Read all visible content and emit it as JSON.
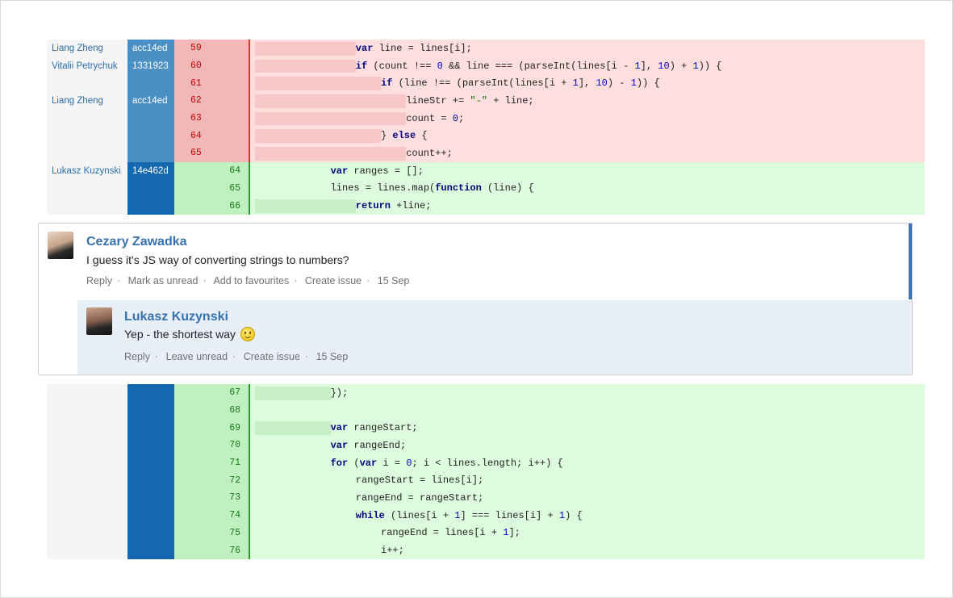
{
  "diff_top": [
    {
      "type": "del",
      "author": "Liang Zheng",
      "rev": "acc14ed",
      "old": "59",
      "new": "",
      "indent": 16,
      "bar": true,
      "code": "var line = lines[i];",
      "html": "<span class='kw'>var</span> line = lines[i];"
    },
    {
      "type": "del",
      "author": "Vitalii Petrychuk",
      "rev": "1331923",
      "old": "60",
      "new": "",
      "indent": 16,
      "bar": true,
      "code": "if (count !== 0 && line === (parseInt(lines[i - 1], 10) + 1)) {",
      "html": "<span class='kw'>if</span> (count !== <span class='num'>0</span> &amp;&amp; line === (parseInt(lines[i - <span class='num'>1</span>], <span class='num'>10</span>) + <span class='num'>1</span>)) {"
    },
    {
      "type": "del",
      "author": "",
      "rev": "",
      "old": "61",
      "new": "",
      "indent": 20,
      "bar": true,
      "code": "if (line !== (parseInt(lines[i + 1], 10) - 1)) {",
      "html": "<span class='kw'>if</span> (line !== (parseInt(lines[i + <span class='num'>1</span>], <span class='num'>10</span>) - <span class='num'>1</span>)) {"
    },
    {
      "type": "del",
      "author": "Liang Zheng",
      "rev": "acc14ed",
      "old": "62",
      "new": "",
      "indent": 24,
      "bar": true,
      "code": "lineStr += \"-\" + line;",
      "html": "lineStr += <span class='str'>\"-\"</span> + line;"
    },
    {
      "type": "del",
      "author": "",
      "rev": "",
      "old": "63",
      "new": "",
      "indent": 24,
      "bar": true,
      "code": "count = 0;",
      "html": "count = <span class='num'>0</span>;"
    },
    {
      "type": "del",
      "author": "",
      "rev": "",
      "old": "64",
      "new": "",
      "indent": 20,
      "bar": true,
      "code": "} else {",
      "html": "} <span class='kw'>else</span> {"
    },
    {
      "type": "del",
      "author": "",
      "rev": "",
      "old": "65",
      "new": "",
      "indent": 24,
      "bar": true,
      "code": "count++;",
      "html": "count++;"
    },
    {
      "type": "add",
      "author": "Lukasz Kuzynski",
      "rev": "14e462d",
      "old": "",
      "new": "64",
      "indent": 12,
      "bar": false,
      "code": "var ranges = [];",
      "html": "<span class='kw'>var</span> ranges = [];"
    },
    {
      "type": "add",
      "author": "",
      "rev": "",
      "old": "",
      "new": "65",
      "indent": 12,
      "bar": false,
      "code": "lines = lines.map(function (line) {",
      "html": "lines = lines.map(<span class='kw'>function</span> (line) {"
    },
    {
      "type": "add",
      "author": "",
      "rev": "",
      "old": "",
      "new": "66",
      "indent": 16,
      "bar": true,
      "code": "return +line;",
      "html": "<span class='kw'>return</span> +line;"
    }
  ],
  "comments": [
    {
      "author": "Cezary Zawadka",
      "text": "I guess it's JS way of converting strings to numbers?",
      "actions": [
        "Reply",
        "Mark as unread",
        "Add to favourites",
        "Create issue"
      ],
      "date": "15 Sep"
    },
    {
      "author": "Lukasz Kuzynski",
      "text": "Yep - the shortest way",
      "actions": [
        "Reply",
        "Leave unread",
        "Create issue"
      ],
      "date": "15 Sep"
    }
  ],
  "diff_bottom": [
    {
      "type": "add",
      "author": "",
      "rev": "",
      "old": "",
      "new": "67",
      "indent": 12,
      "bar": true,
      "code": "});",
      "html": "});"
    },
    {
      "type": "add",
      "author": "",
      "rev": "",
      "old": "",
      "new": "68",
      "indent": 0,
      "bar": false,
      "code": "",
      "html": ""
    },
    {
      "type": "add",
      "author": "",
      "rev": "",
      "old": "",
      "new": "69",
      "indent": 12,
      "bar": true,
      "code": "var rangeStart;",
      "html": "<span class='kw'>var</span> rangeStart;"
    },
    {
      "type": "add",
      "author": "",
      "rev": "",
      "old": "",
      "new": "70",
      "indent": 12,
      "bar": false,
      "code": "var rangeEnd;",
      "html": "<span class='kw'>var</span> rangeEnd;"
    },
    {
      "type": "add",
      "author": "",
      "rev": "",
      "old": "",
      "new": "71",
      "indent": 12,
      "bar": false,
      "code": "for (var i = 0; i < lines.length; i++) {",
      "html": "<span class='kw'>for</span> (<span class='kw'>var</span> i = <span class='num'>0</span>; i &lt; lines.length; i++) {"
    },
    {
      "type": "add",
      "author": "",
      "rev": "",
      "old": "",
      "new": "72",
      "indent": 16,
      "bar": false,
      "code": "rangeStart = lines[i];",
      "html": "rangeStart = lines[i];"
    },
    {
      "type": "add",
      "author": "",
      "rev": "",
      "old": "",
      "new": "73",
      "indent": 16,
      "bar": false,
      "code": "rangeEnd = rangeStart;",
      "html": "rangeEnd = rangeStart;"
    },
    {
      "type": "add",
      "author": "",
      "rev": "",
      "old": "",
      "new": "74",
      "indent": 16,
      "bar": false,
      "code": "while (lines[i + 1] === lines[i] + 1) {",
      "html": "<span class='kw'>while</span> (lines[i + <span class='num'>1</span>] === lines[i] + <span class='num'>1</span>) {"
    },
    {
      "type": "add",
      "author": "",
      "rev": "",
      "old": "",
      "new": "75",
      "indent": 20,
      "bar": false,
      "code": "rangeEnd = lines[i + 1];",
      "html": "rangeEnd = lines[i + <span class='num'>1</span>];"
    },
    {
      "type": "add",
      "author": "",
      "rev": "",
      "old": "",
      "new": "76",
      "indent": 20,
      "bar": false,
      "code": "i++;",
      "html": "i++;"
    }
  ]
}
